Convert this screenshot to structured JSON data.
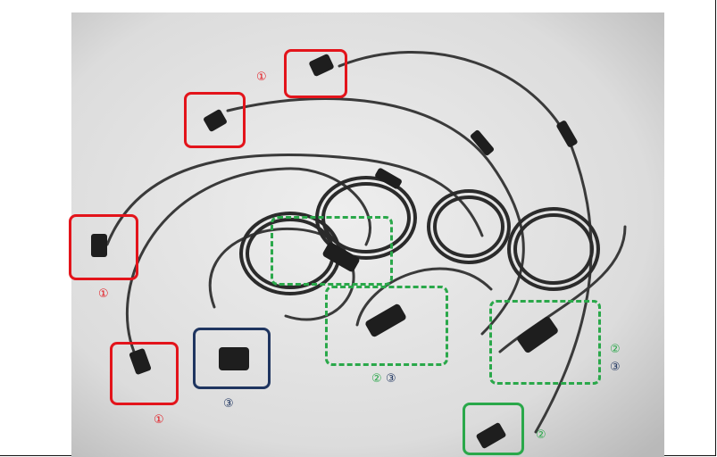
{
  "colors": {
    "red": "#e3141b",
    "green": "#2aa84a",
    "navy": "#1f3560"
  },
  "labels": {
    "red_top": "①",
    "red_left": "①",
    "red_bottom": "①",
    "navy_label": "③",
    "mid_green": "②",
    "mid_navy": "③",
    "right_green": "②",
    "right_navy": "③",
    "bottom_green": "②"
  }
}
